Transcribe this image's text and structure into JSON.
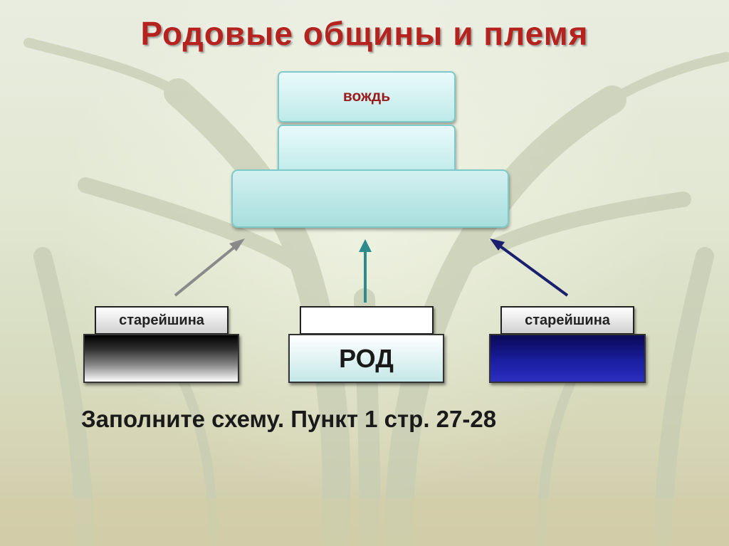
{
  "title": "Родовые общины и племя",
  "diagram": {
    "chief_label": "вождь",
    "left_elder_label": "старейшина",
    "right_elder_label": "старейшина",
    "clan_label": "РОД"
  },
  "instruction": "Заполните схему. Пункт 1 стр. 27-28",
  "colors": {
    "title": "#b5231e",
    "chief_text": "#9b1c1c",
    "box_fill": "#bfeaea",
    "left_arrow": "#8a8a8a",
    "middle_arrow": "#2e8b8b",
    "right_arrow": "#1a1f6e",
    "right_base": "#1a1ea0"
  }
}
